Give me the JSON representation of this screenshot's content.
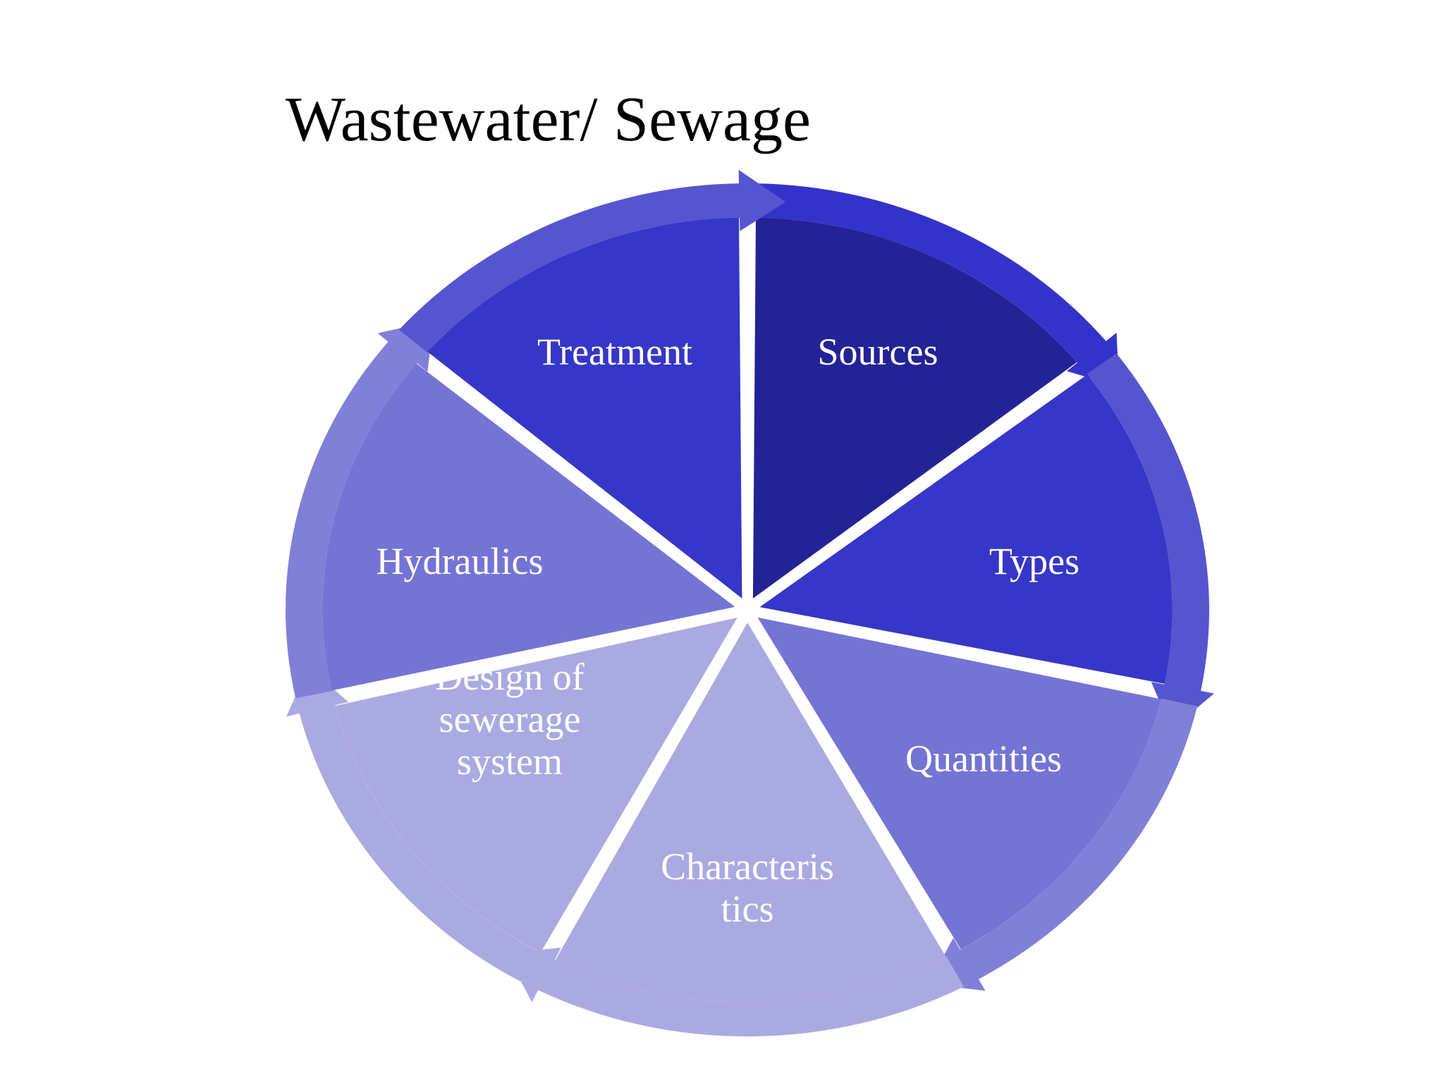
{
  "title": "Wastewater/ Sewage",
  "segments": [
    {
      "id": "sources",
      "lines": [
        "Sources"
      ],
      "fill": "#232396",
      "arrow": "#3333CC"
    },
    {
      "id": "types",
      "lines": [
        "Types"
      ],
      "fill": "#3636C8",
      "arrow": "#5555CF"
    },
    {
      "id": "quantities",
      "lines": [
        "Quantities"
      ],
      "fill": "#7474D5",
      "arrow": "#8080D8"
    },
    {
      "id": "characteristics",
      "lines": [
        "Characteris",
        "tics"
      ],
      "fill": "#AAAAE2",
      "arrow": "#AAAAE2"
    },
    {
      "id": "design-of-sewerage-system",
      "lines": [
        "Design of",
        "sewerage",
        "system"
      ],
      "fill": "#AAAAE2",
      "arrow": "#AAAAE2"
    },
    {
      "id": "hydraulics",
      "lines": [
        "Hydraulics"
      ],
      "fill": "#7474D5",
      "arrow": "#8080D8"
    },
    {
      "id": "treatment",
      "lines": [
        "Treatment"
      ],
      "fill": "#3636C8",
      "arrow": "#5555CF"
    }
  ]
}
